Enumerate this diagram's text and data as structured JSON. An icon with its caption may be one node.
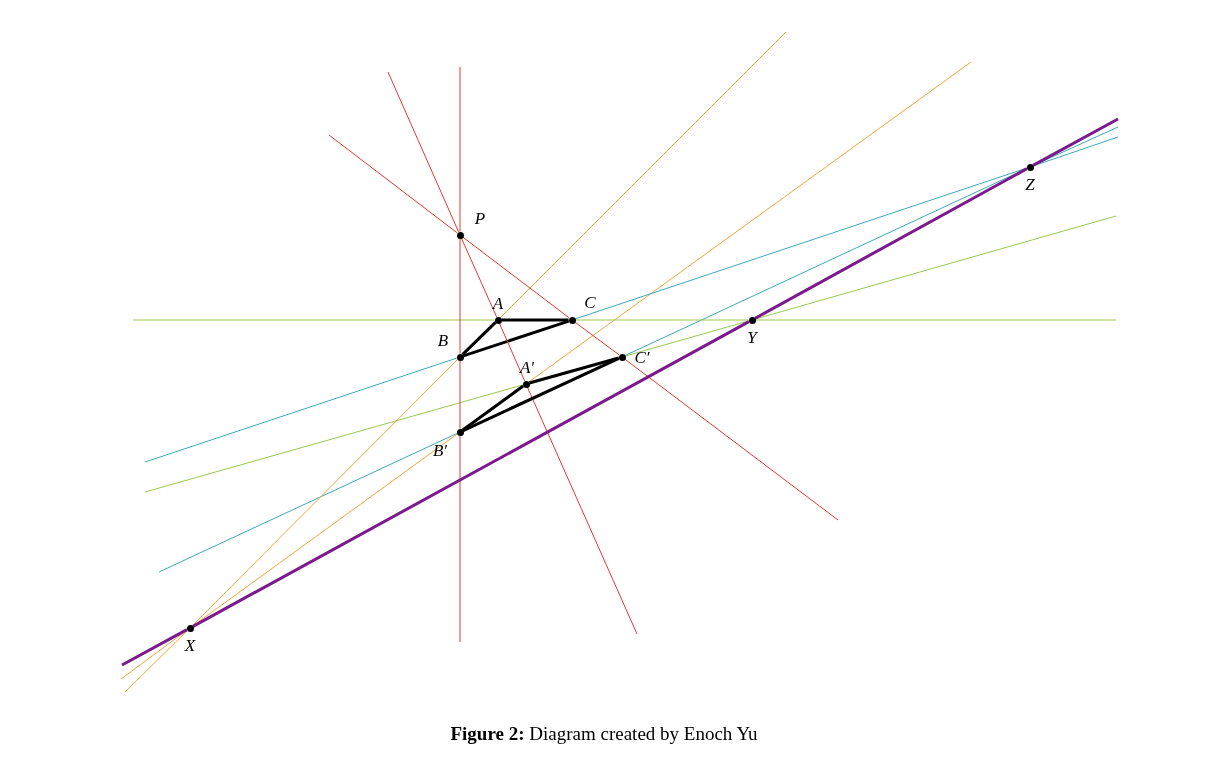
{
  "diagram": {
    "caption": "**Figure 2:** Diagram created by Enoch Yu",
    "nodes": [
      {
        "text": [],
        "shape": "circle",
        "beside": [
          "P"
        ]
      },
      {
        "text": [],
        "shape": "circle",
        "beside": [
          "A"
        ]
      },
      {
        "text": [],
        "shape": "circle",
        "beside": [
          "B"
        ]
      },
      {
        "text": [],
        "shape": "circle",
        "beside": [
          "C"
        ]
      },
      {
        "text": [],
        "shape": "circle",
        "beside": [
          "A′"
        ]
      },
      {
        "text": [],
        "shape": "circle",
        "beside": [
          "B′"
        ]
      },
      {
        "text": [],
        "shape": "circle",
        "beside": [
          "C′"
        ]
      },
      {
        "text": [],
        "shape": "circle",
        "beside": [
          "X"
        ]
      },
      {
        "text": [],
        "shape": "circle",
        "beside": [
          "Y"
        ]
      },
      {
        "text": [],
        "shape": "circle",
        "beside": [
          "Z"
        ]
      }
    ],
    "edges": [
      {
        "from": 1,
        "to": 2,
        "arrow": "none",
        "style": "thick"
      },
      {
        "from": 2,
        "to": 3,
        "arrow": "none",
        "style": "thick"
      },
      {
        "from": 1,
        "to": 3,
        "arrow": "none",
        "style": "thick"
      },
      {
        "from": 4,
        "to": 5,
        "arrow": "none",
        "style": "thick"
      },
      {
        "from": 5,
        "to": 6,
        "arrow": "none",
        "style": "thick"
      },
      {
        "from": 4,
        "to": 6,
        "arrow": "none",
        "style": "thick"
      },
      {
        "from": 0,
        "to": 1,
        "arrow": "none",
        "color": "#e8382f"
      },
      {
        "from": 1,
        "to": 4,
        "arrow": "none",
        "color": "#e8382f"
      },
      {
        "from": 0,
        "to": 2,
        "arrow": "none",
        "color": "#e8382f"
      },
      {
        "from": 2,
        "to": 5,
        "arrow": "none",
        "color": "#e8382f"
      },
      {
        "from": 0,
        "to": 3,
        "arrow": "none",
        "color": "#e8382f"
      },
      {
        "from": 3,
        "to": 6,
        "arrow": "none",
        "color": "#e8382f"
      },
      {
        "from": 7,
        "to": 2,
        "arrow": "none",
        "color": "#f2a63a"
      },
      {
        "from": 7,
        "to": 5,
        "arrow": "none",
        "color": "#f2a63a"
      },
      {
        "from": 3,
        "to": 9,
        "arrow": "none",
        "color": "#3aaab8"
      },
      {
        "from": 6,
        "to": 9,
        "arrow": "none",
        "color": "#3aaab8"
      },
      {
        "from": 3,
        "to": 8,
        "arrow": "none",
        "color": "#9cc752"
      },
      {
        "from": 6,
        "to": 8,
        "arrow": "none",
        "color": "#9cc752"
      },
      {
        "from": 7,
        "to": 8,
        "arrow": "none",
        "style": "thick",
        "color": "#7a1a8c"
      },
      {
        "from": 8,
        "to": 9,
        "arrow": "none",
        "style": "thick",
        "color": "#7a1a8c"
      }
    ]
  }
}
